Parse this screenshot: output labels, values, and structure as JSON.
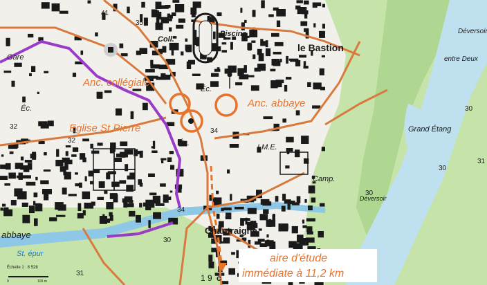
{
  "colors": {
    "paper": "#f2f0ea",
    "water": "#bfe0ef",
    "river": "#8fc7e6",
    "vegetation": "#c6e3a9",
    "vegetation_dark": "#a7d287",
    "built": "#1a1a1a",
    "road": "#d87a3d",
    "annotation": "#e8742c",
    "boundary": "#9b3cc9"
  },
  "annotations": {
    "anc_collegiale": "Anc. collégiale",
    "eglise_st_pierre": "Eglise St Pierre",
    "anc_abbaye": "Anc. abbaye",
    "study_area_line1": "aire d'étude",
    "study_area_line2": "immédiate à 11,2 km"
  },
  "map_labels": {
    "gare": "Gare",
    "coll": "Coll.",
    "piscine": "Piscine",
    "le_bastion": "le Bastion",
    "deversoir_top": "Déversoir",
    "entre_deux": "entre Deux",
    "grand_etang": "Grand Étang",
    "ec1": "Éc.",
    "ec2": "Éc.",
    "ec3": "Éc.",
    "ime": "I.M.E.",
    "camp": "Camp.",
    "deversoir_mid": "Déversoir",
    "chantraigne": "Chantraigne",
    "abbaye": "abbaye",
    "st_epur": "St. épur",
    "scale": "Échelle 1 : 8 528",
    "scale_zero": "0",
    "scale_hundred": "100 m",
    "bottom_code": "1 9",
    "bottom_c": "c"
  },
  "elevations": [
    "41",
    "35",
    "32",
    "32",
    "34",
    "34",
    "30",
    "31",
    "30",
    "30",
    "31",
    "30",
    "30"
  ]
}
